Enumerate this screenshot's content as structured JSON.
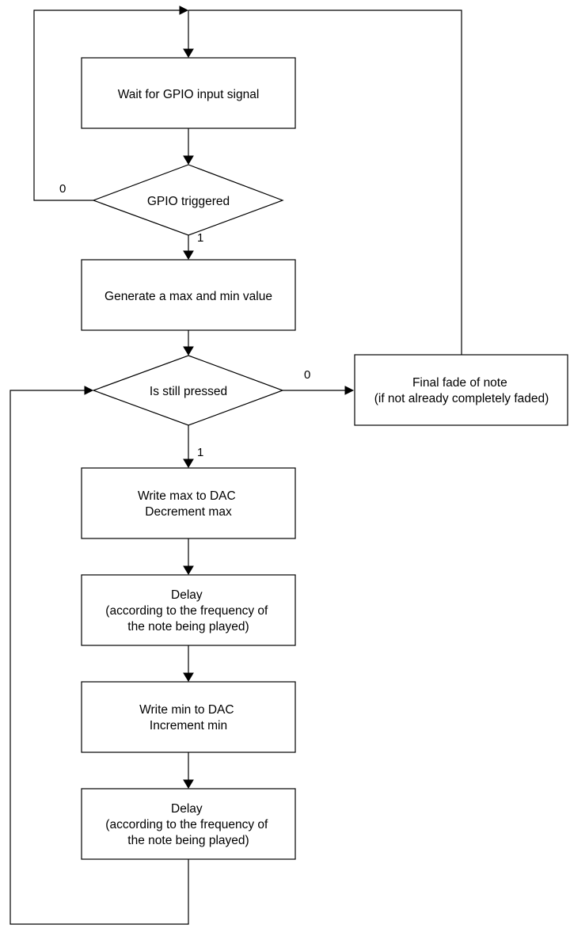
{
  "nodes": {
    "wait_gpio": {
      "lines": [
        "Wait for GPIO input signal"
      ]
    },
    "gpio_triggered": {
      "lines": [
        "GPIO triggered"
      ]
    },
    "generate_values": {
      "lines": [
        "Generate a max and min value"
      ]
    },
    "is_still_pressed": {
      "lines": [
        "Is still pressed"
      ]
    },
    "final_fade": {
      "lines": [
        "Final fade of note",
        "(if not already completely faded)"
      ]
    },
    "write_max": {
      "lines": [
        "Write max to DAC",
        "Decrement max"
      ]
    },
    "delay_1": {
      "lines": [
        "Delay",
        "(according to the frequency of",
        "the note being played)"
      ]
    },
    "write_min": {
      "lines": [
        "Write min to DAC",
        "Increment min"
      ]
    },
    "delay_2": {
      "lines": [
        "Delay",
        "(according to the frequency of",
        "the note being played)"
      ]
    }
  },
  "edge_labels": {
    "gpio_false": "0",
    "gpio_true": "1",
    "pressed_false": "0",
    "pressed_true": "1"
  }
}
